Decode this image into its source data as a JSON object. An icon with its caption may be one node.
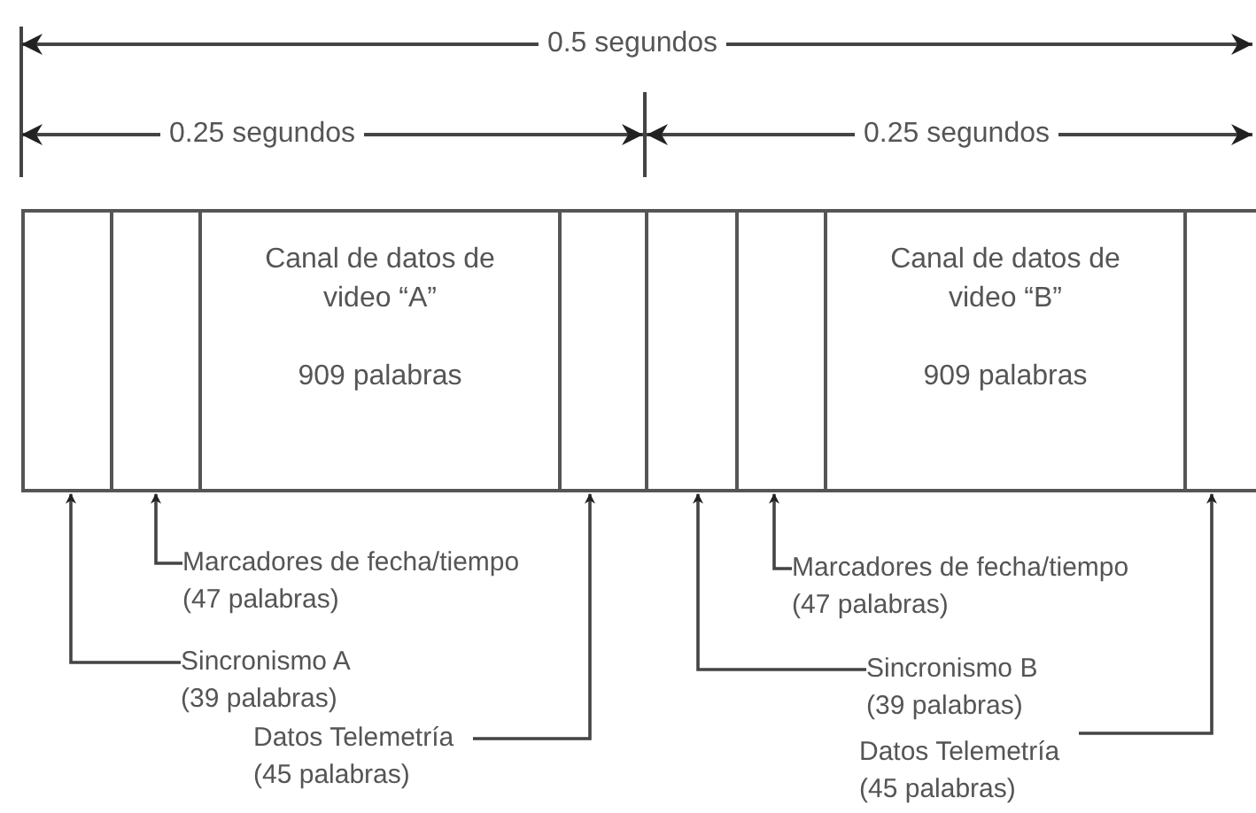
{
  "diagram": {
    "nodes": [
      {
        "text": [],
        "shape": "box"
      },
      {
        "text": [],
        "shape": "box"
      },
      {
        "text": [
          "Canal de datos de video “A”",
          "909 palabras"
        ]
      },
      {
        "text": [],
        "shape": "box"
      },
      {
        "text": [],
        "shape": "box"
      },
      {
        "text": [],
        "shape": "box"
      },
      {
        "text": [
          "Canal de datos de video “B”",
          "909 palabras"
        ]
      },
      {
        "text": [],
        "shape": "box"
      },
      {
        "text": [
          "Marcadores de fecha/tiempo (47 palabras)"
        ]
      },
      {
        "text": [
          "Sincronismo A (39 palabras)"
        ]
      },
      {
        "text": [
          "Datos Telemetría (45 palabras)"
        ]
      },
      {
        "text": [
          "Marcadores de fecha/tiempo (47 palabras)"
        ]
      },
      {
        "text": [
          "Sincronismo B (39 palabras)"
        ]
      },
      {
        "text": [
          "Datos Telemetría (45 palabras)"
        ]
      }
    ],
    "edges": [
      {
        "from": 8,
        "to": 1,
        "arrow": "to"
      },
      {
        "from": 9,
        "to": 0,
        "arrow": "to"
      },
      {
        "from": 10,
        "to": 3,
        "arrow": "to"
      },
      {
        "from": 11,
        "to": 5,
        "arrow": "to"
      },
      {
        "from": 12,
        "to": 4,
        "arrow": "to"
      },
      {
        "from": 13,
        "to": 7,
        "arrow": "to"
      }
    ],
    "labels": [
      "0.5 segundos",
      "0.25 segundos",
      "0.25 segundos"
    ]
  }
}
